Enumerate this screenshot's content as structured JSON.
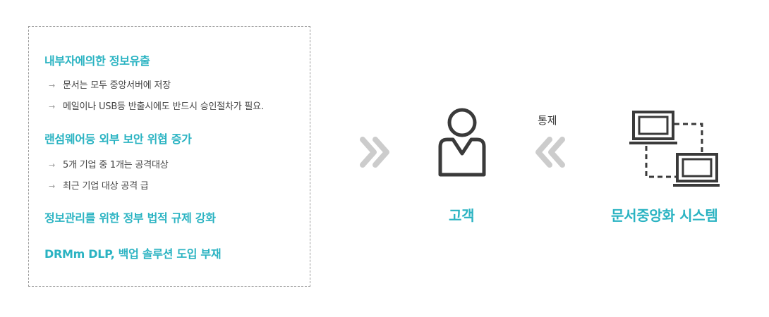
{
  "left_panel": {
    "sections": [
      {
        "heading": "내부자에의한 정보유출",
        "bullets": [
          "문서는 모두 중앙서버에 저장",
          "메일이나 USB등 반출시에도 반드시 승인절차가 필요."
        ]
      },
      {
        "heading": "랜섬웨어등 외부 보안 위협 증가",
        "bullets": [
          "5개 기업 중 1개는 공격대상",
          "최근 기업 대상 공격 급"
        ]
      },
      {
        "heading": "정보관리를 위한 정부 법적 규제 강화",
        "bullets": []
      },
      {
        "heading": "DRMm DLP, 백업 솔루션 도입 부재",
        "bullets": []
      }
    ],
    "bullet_arrow": "→"
  },
  "center": {
    "customer_label": "고객",
    "control_label": "통제"
  },
  "right": {
    "system_label": "문서중앙화 시스템"
  },
  "colors": {
    "accent": "#2ab3c2",
    "chevron": "#cccccc",
    "icon": "#3a3a3a"
  }
}
